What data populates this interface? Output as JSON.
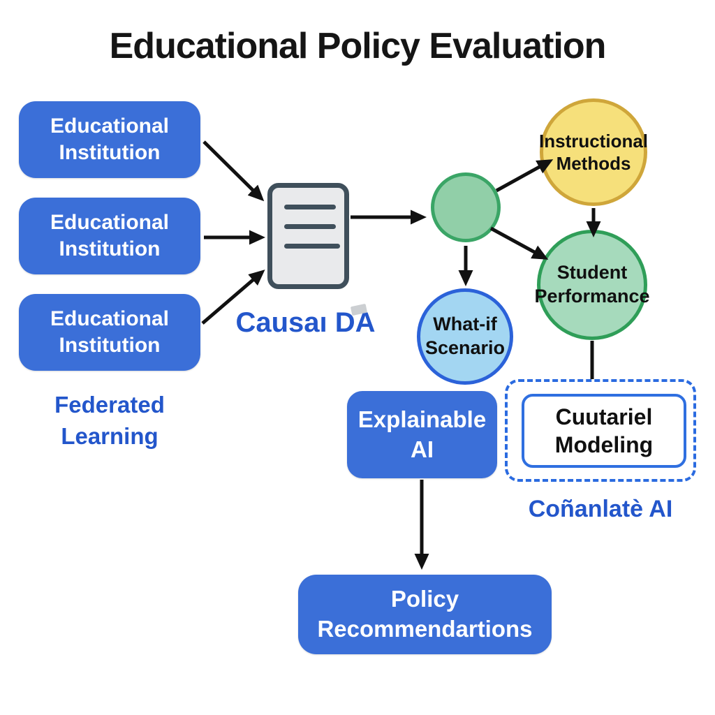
{
  "title": "Educational Policy Evaluation",
  "palette": {
    "node_blue": "#3b6fd8",
    "caption_blue": "#2356cb",
    "arrow_black": "#111111",
    "document_fill": "#e9eaec",
    "document_stroke": "#3f4f5b",
    "hub_green_fill": "#91cfa8",
    "hub_green_stroke": "#3aa566",
    "yellow_fill": "#f6e07b",
    "yellow_stroke": "#cfa63a",
    "green_fill": "#a6dabc",
    "green_stroke": "#2f9e58",
    "lightblue_fill": "#a3d6f2",
    "lightblue_stroke": "#2b62d9",
    "dashed_border_blue": "#2b6be0",
    "white": "#ffffff"
  },
  "nodes": {
    "institutions": [
      {
        "label": "Educational\nInstitution"
      },
      {
        "label": "Educational\nInstitution"
      },
      {
        "label": "Educational\nInstitution"
      }
    ],
    "federated_learning_caption": "Federated\nLearning",
    "causal_da_caption": "Causaı DA",
    "hub_label": "",
    "instructional_methods": "Instructional\nMethods",
    "student_performance": "Student\nPerformance",
    "what_if_scenario": "What-if\nScenario",
    "explainable_ai": "Explainable\nAI",
    "counterfactual_modeling": "Cuutariel\nModeling",
    "counterfactual_caption": "Coñanlatè AI",
    "policy_recommendations": "Policy\nRecommendartions"
  }
}
